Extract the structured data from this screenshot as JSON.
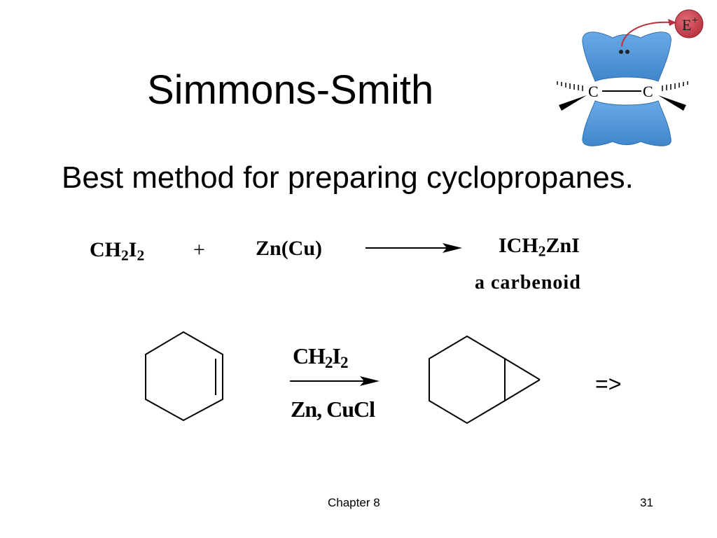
{
  "slide": {
    "title": "Simmons-Smith",
    "subtitle": "Best method for preparing cyclopropanes."
  },
  "reaction1": {
    "reactant1": {
      "main": "CH",
      "sub1": "2",
      "mid": "I",
      "sub2": "2"
    },
    "plus": "+",
    "reactant2": "Zn(Cu)",
    "product": {
      "pre": "ICH",
      "sub": "2",
      "post": "ZnI"
    },
    "product_label": "a carbenoid"
  },
  "reaction2": {
    "reagent_top": {
      "main": "CH",
      "sub1": "2",
      "mid": "I",
      "sub2": "2"
    },
    "reagent_bottom": "Zn, CuCl",
    "next_marker": "=>"
  },
  "figure": {
    "atom_left": "C",
    "atom_right": "C",
    "electrophile": "E",
    "electrophile_charge": "+",
    "lobe_color": "#4a90d6",
    "electrophile_color": "#c8404e"
  },
  "footer": {
    "chapter": "Chapter 8",
    "page_number": "31"
  }
}
